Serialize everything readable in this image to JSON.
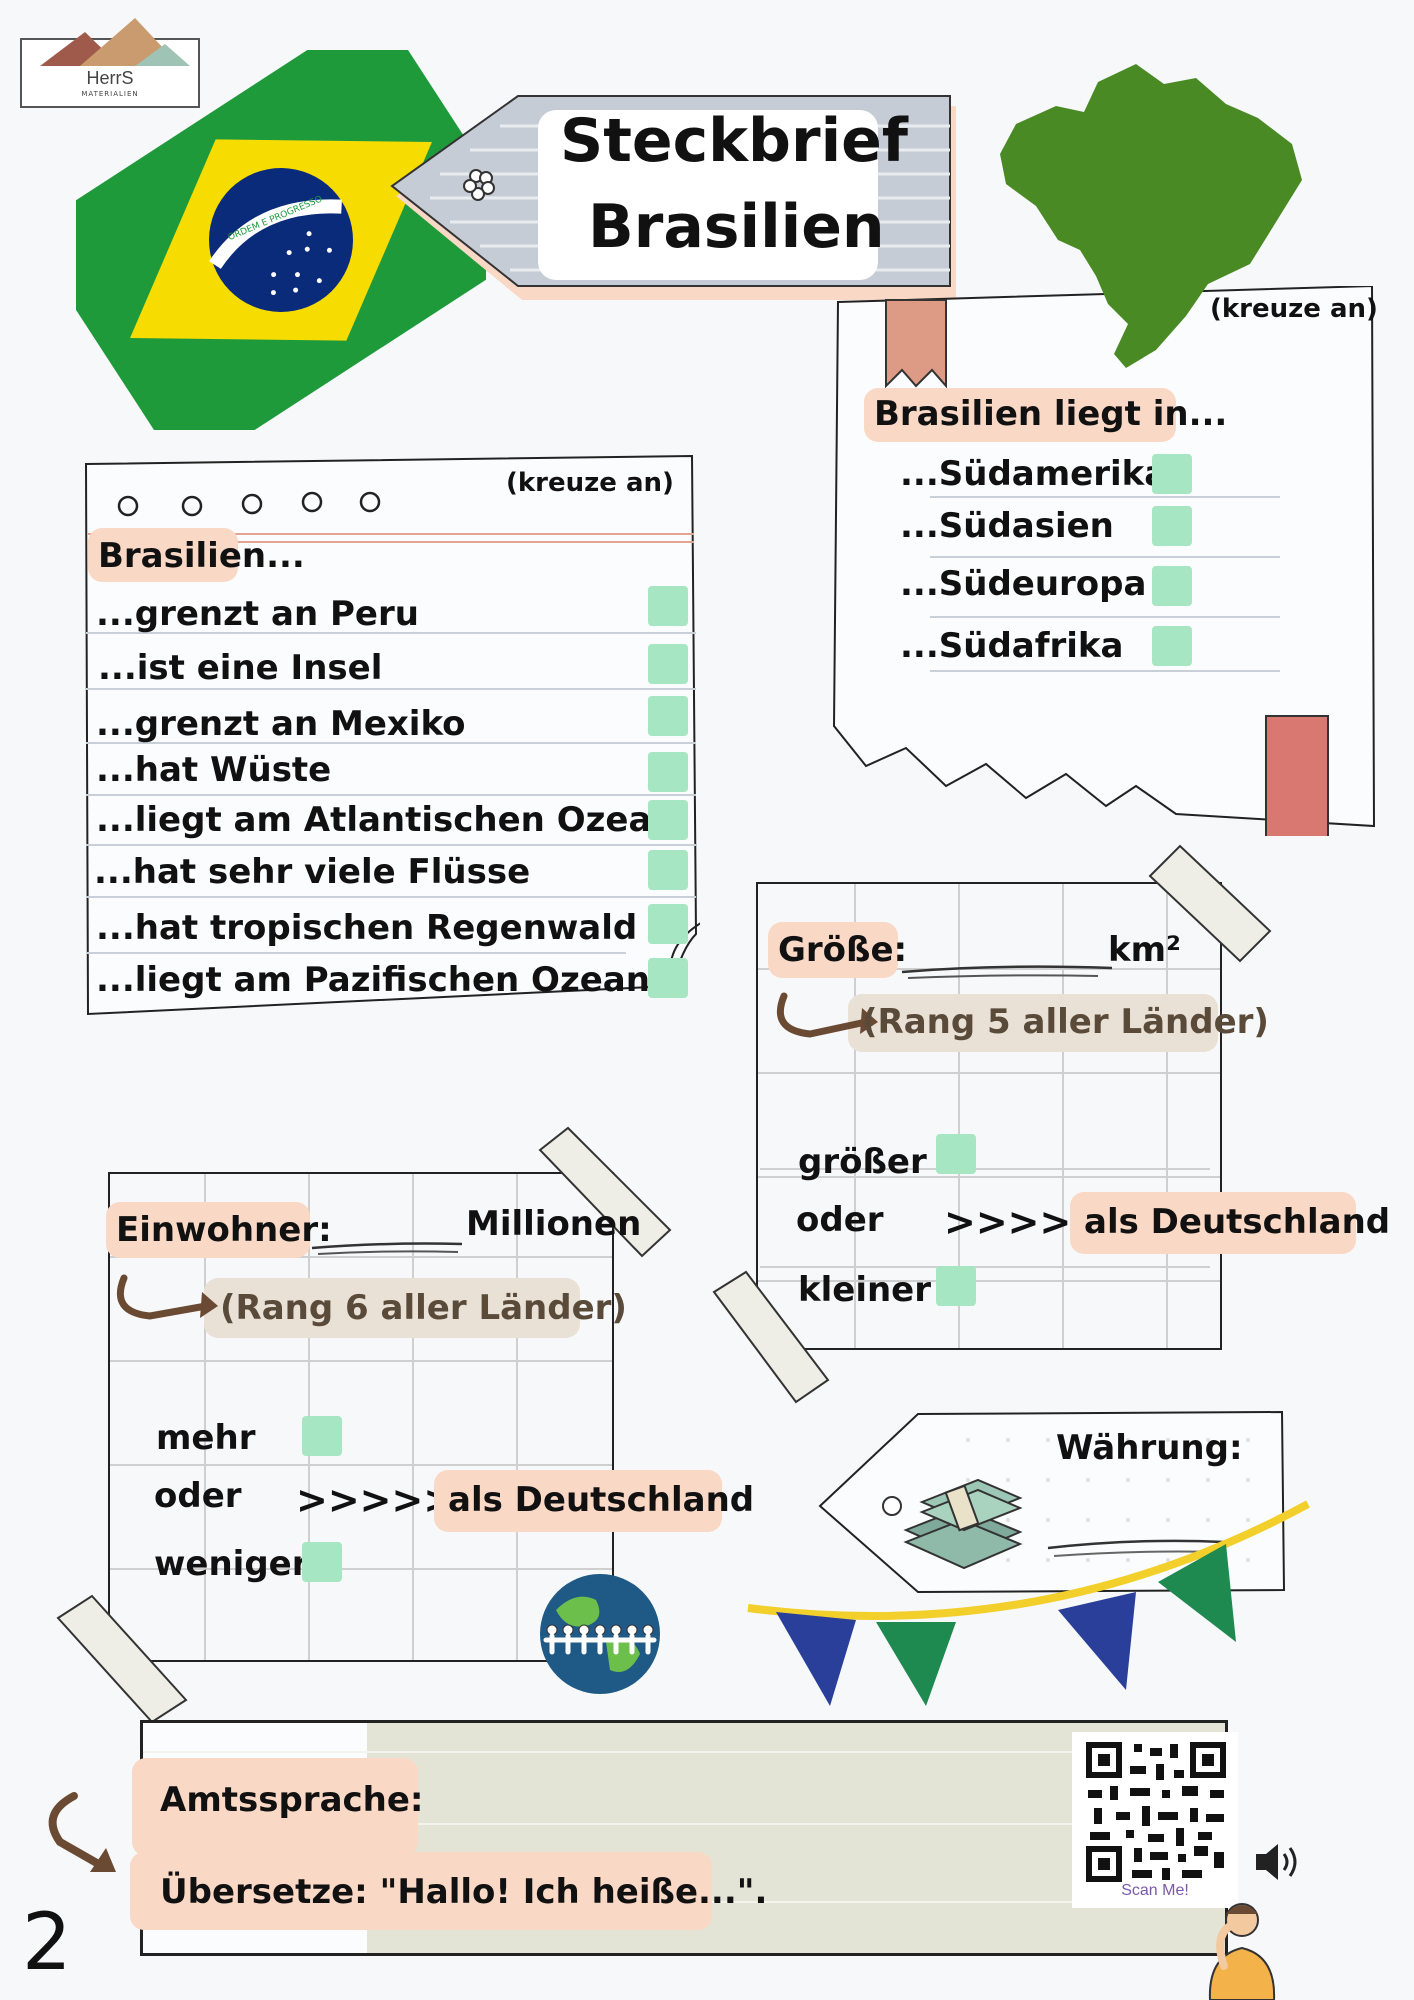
{
  "logo": {
    "name": "HerrS",
    "sub": "MATERIALIEN"
  },
  "title": {
    "line1": "Steckbrief",
    "line2": "Brasilien"
  },
  "flag_motto": "ORDEM E PROGRESSO",
  "colors": {
    "highlight": "#fad8c6",
    "checkbox": "#a6e6c2",
    "flag_green": "#1e9a3b",
    "flag_yellow": "#f7dc00",
    "flag_blue": "#0a2b7a",
    "map_green": "#4a8a24"
  },
  "location": {
    "hint": "(kreuze an)",
    "heading": "Brasilien liegt in...",
    "options": [
      "...Südamerika",
      "...Südasien",
      "...Südeuropa",
      "...Südafrika"
    ]
  },
  "facts": {
    "hint": "(kreuze an)",
    "heading": "Brasilien...",
    "items": [
      "...grenzt an Peru",
      "...ist eine Insel",
      "...grenzt an Mexiko",
      "...hat Wüste",
      "...liegt am Atlantischen Ozean",
      "...hat sehr viele Flüsse",
      "...hat tropischen Regenwald",
      "...liegt am Pazifischen Ozean"
    ]
  },
  "size": {
    "label": "Größe:",
    "unit": "km²",
    "rank": "(Rang 5 aller Länder)",
    "compare": [
      "größer",
      "oder",
      "kleiner"
    ],
    "arrows": ">>>>>",
    "target": "als Deutschland"
  },
  "population": {
    "label": "Einwohner:",
    "unit": "Millionen",
    "rank": "(Rang 6 aller Länder)",
    "compare": [
      "mehr",
      "oder",
      "weniger"
    ],
    "arrows": ">>>>>",
    "target": "als Deutschland"
  },
  "currency": {
    "label": "Währung:"
  },
  "language": {
    "label": "Amtssprache:",
    "translate": "Übersetze: \"Hallo! Ich heiße...\"."
  },
  "qr": {
    "caption": "Scan Me!"
  },
  "page_number": "2"
}
